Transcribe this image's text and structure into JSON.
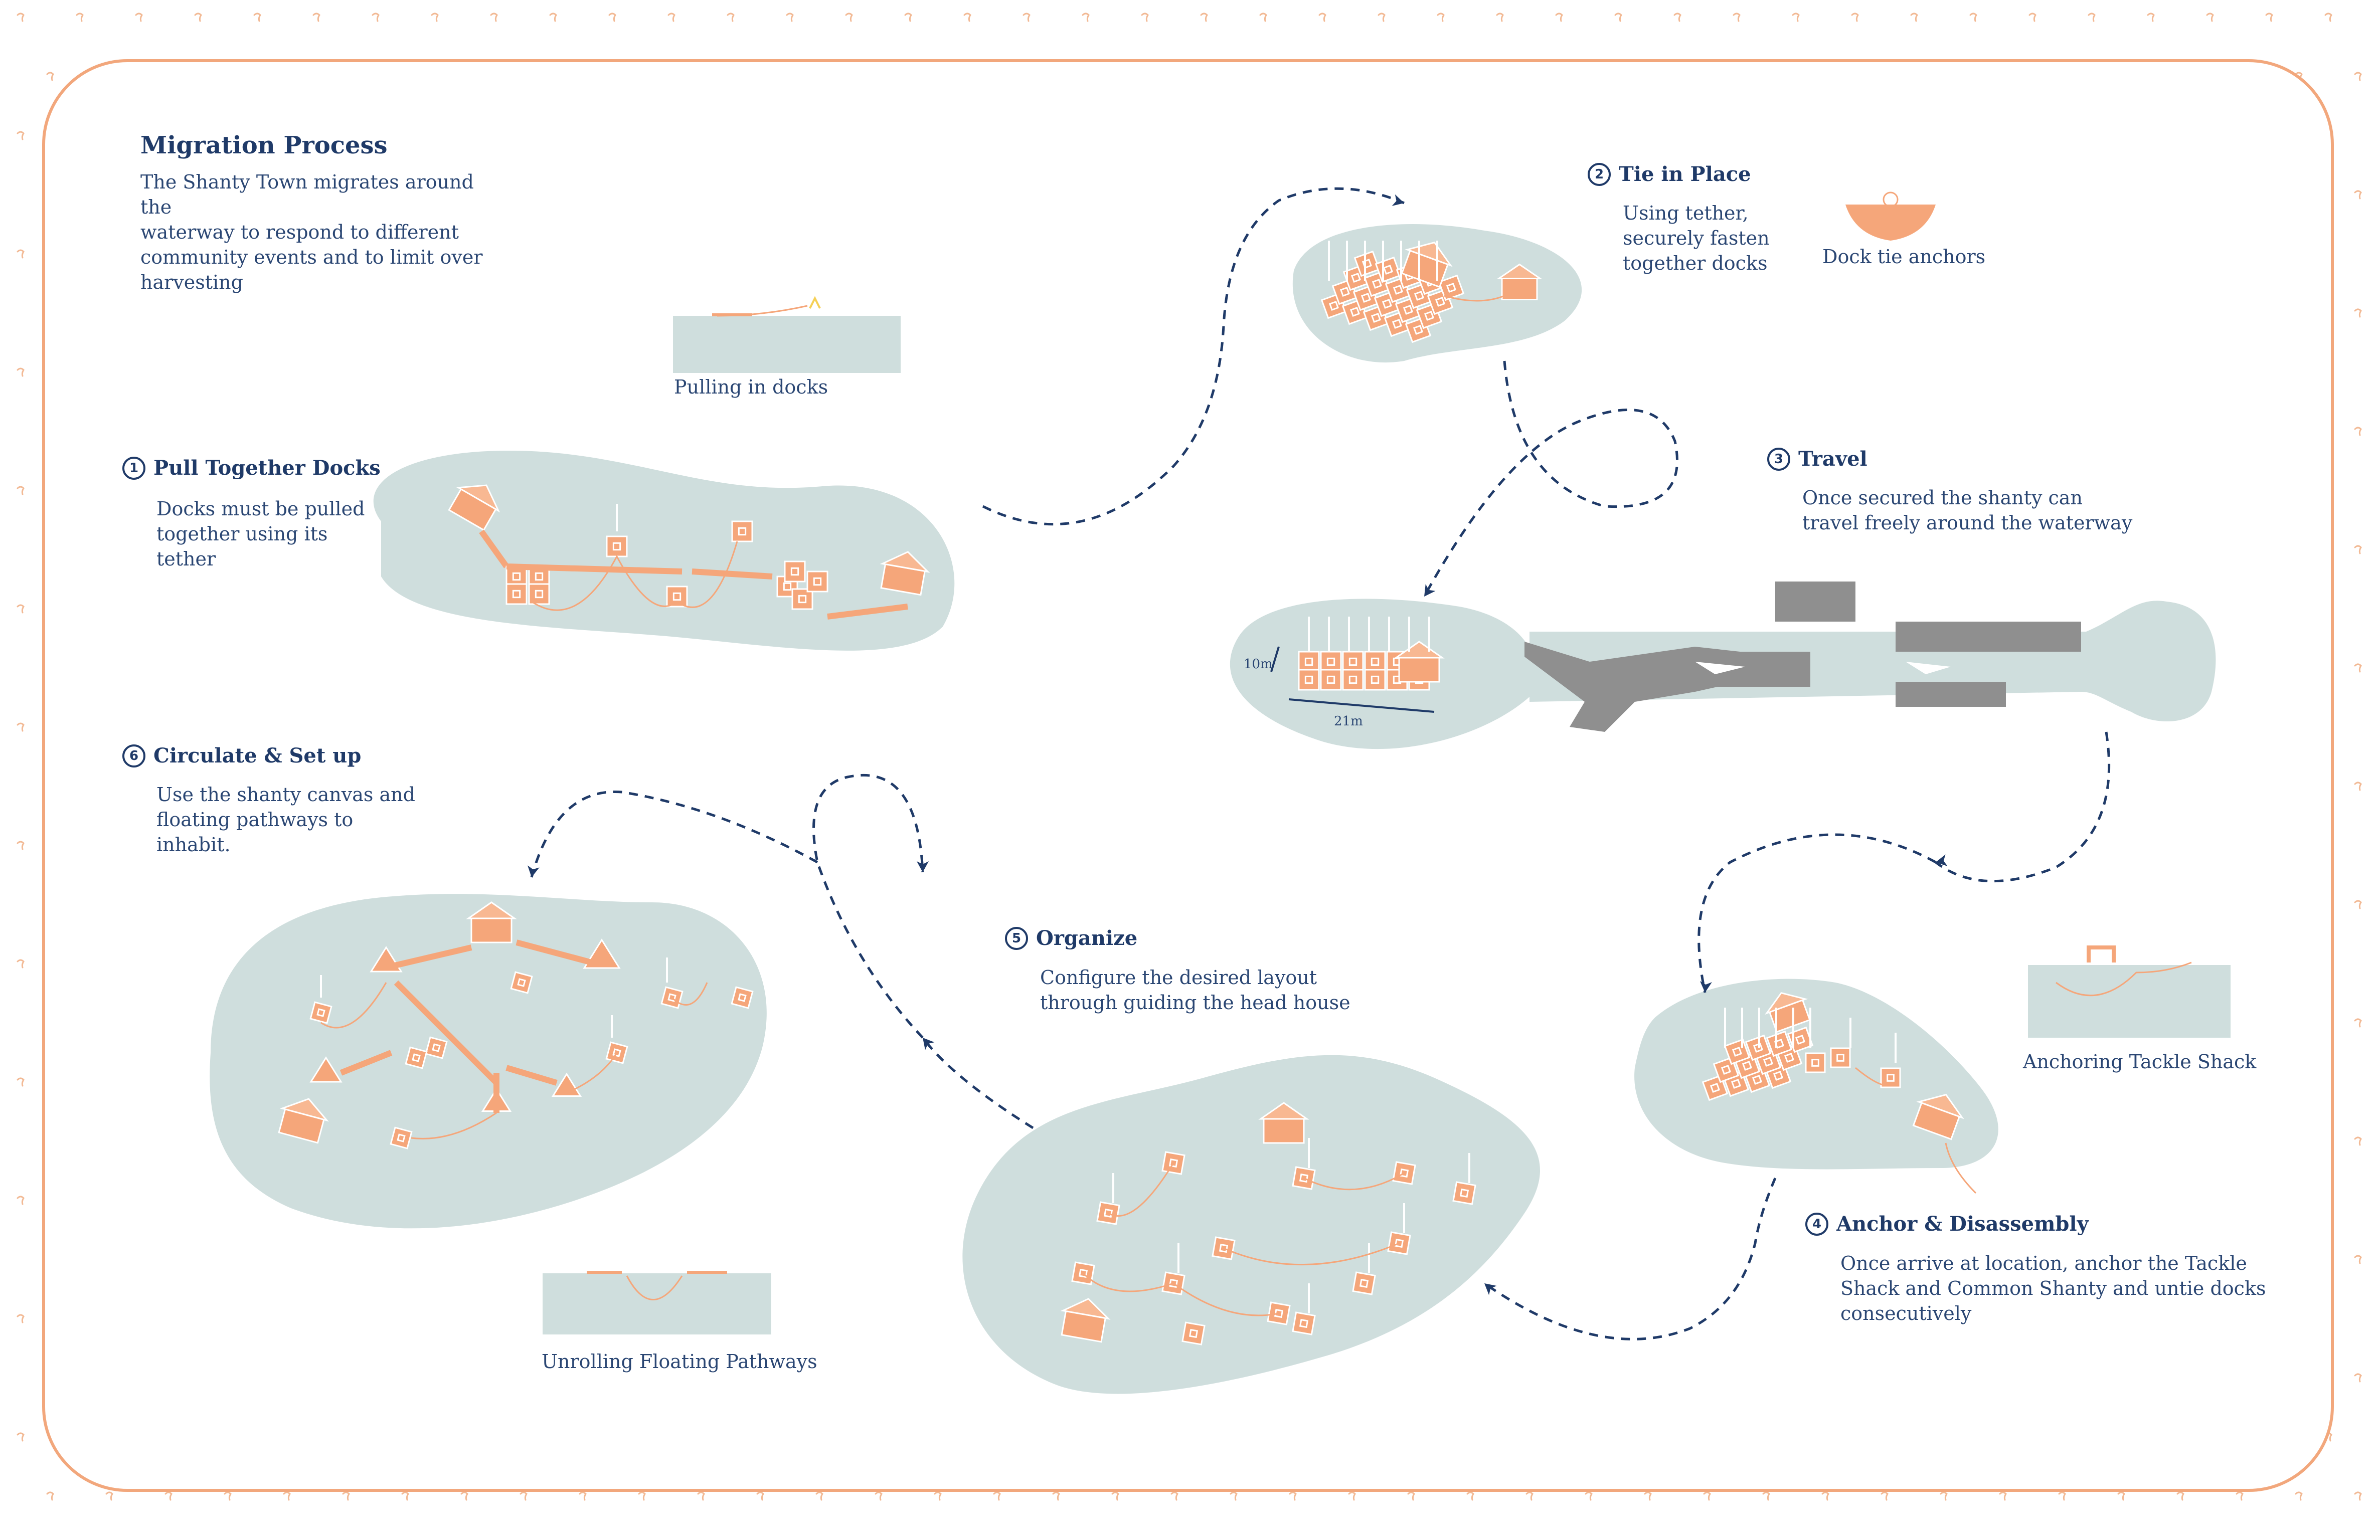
{
  "title": "Migration Process",
  "intro": "The Shanty Town migrates around the\nwaterway to respond to different\ncommunity events and to limit over\nharvesting",
  "steps": [
    {
      "num": "1",
      "title": "Pull Together Docks",
      "text": "Docks must be pulled\ntogether using its\ntether"
    },
    {
      "num": "2",
      "title": "Tie in Place",
      "text": "Using tether,\nsecurely fasten\ntogether docks"
    },
    {
      "num": "3",
      "title": "Travel",
      "text": "Once secured the shanty can\ntravel freely around the waterway"
    },
    {
      "num": "4",
      "title": "Anchor & Disassembly",
      "text": "Once arrive at location, anchor the Tackle\nShack and Common Shanty and untie docks\nconsecutively"
    },
    {
      "num": "5",
      "title": "Organize",
      "text": "Configure the desired layout\nthrough guiding the head house"
    },
    {
      "num": "6",
      "title": "Circulate & Set up",
      "text": "Use the shanty canvas and\nfloating pathways to\ninhabit."
    }
  ],
  "captions": {
    "pulling": "Pulling in docks",
    "anchors": "Dock tie anchors",
    "tackle": "Anchoring Tackle Shack",
    "pathways": "Unrolling Floating Pathways"
  },
  "dimensions": {
    "height": "10m",
    "width": "21m"
  },
  "colors": {
    "water": "#cfdedd",
    "dock": "#f5a67a",
    "dock_outline": "#ffffff",
    "ink": "#1f3a68",
    "frame": "#f2a77c",
    "boat": "#8f8f8f"
  }
}
